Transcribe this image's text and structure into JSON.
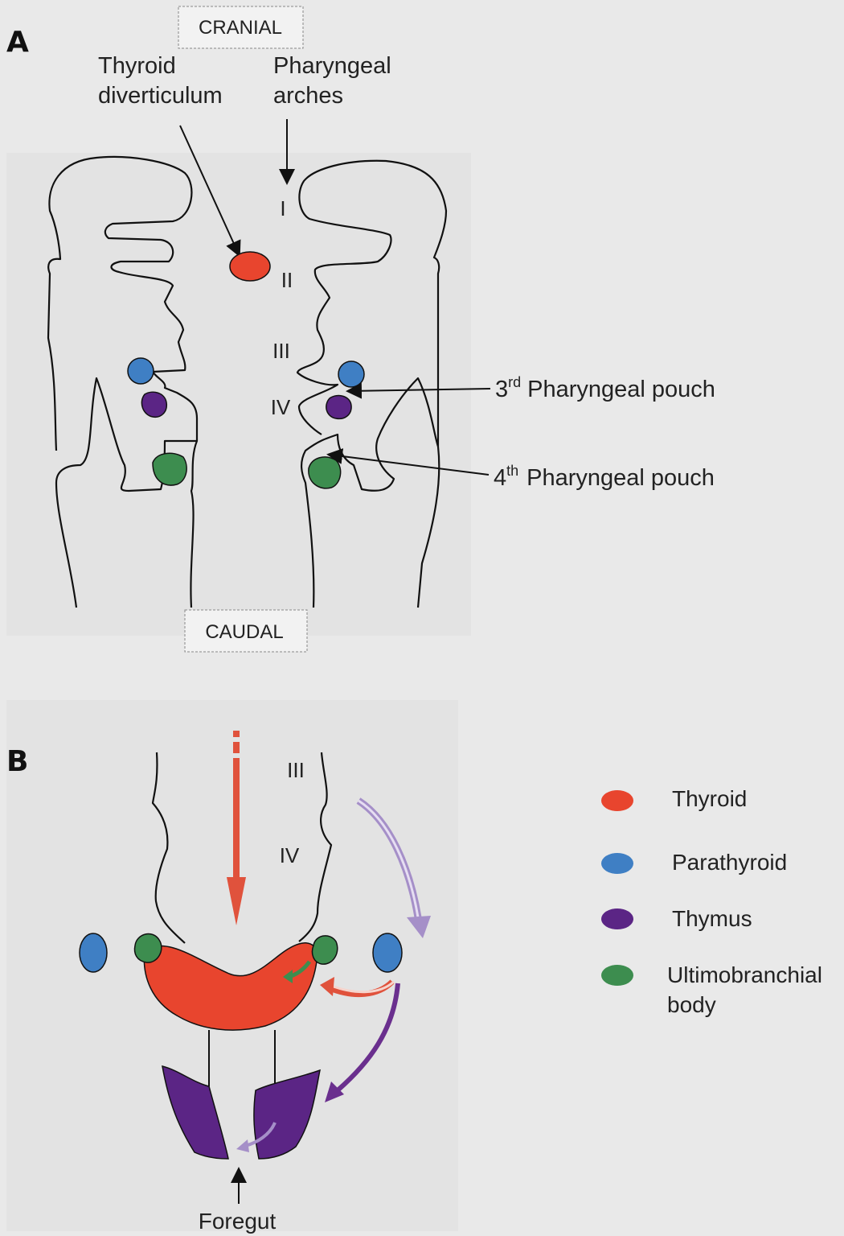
{
  "panel_a": {
    "letter": "A",
    "cranial": "CRANIAL",
    "caudal": "CAUDAL",
    "thyroid_diverticulum": [
      "Thyroid",
      "diverticulum"
    ],
    "pharyngeal_arches": [
      "Pharyngeal",
      "arches"
    ],
    "arch_numerals": [
      "I",
      "II",
      "III",
      "IV"
    ],
    "pouch3": {
      "ordinal": "3",
      "sup": "rd",
      "text": "Pharyngeal pouch"
    },
    "pouch4": {
      "ordinal": "4",
      "sup": "th",
      "text": "Pharyngeal pouch"
    }
  },
  "panel_b": {
    "letter": "B",
    "arch_numerals": [
      "III",
      "IV"
    ],
    "foregut": "Foregut"
  },
  "legend": [
    {
      "label": "Thyroid",
      "color": "#e8452e"
    },
    {
      "label": "Parathyroid",
      "color": "#3f7fc4"
    },
    {
      "label": "Thymus",
      "color": "#5b2585"
    },
    {
      "label": "Ultimobranchial",
      "label2": "body",
      "color": "#3d8d4f"
    }
  ],
  "colors": {
    "thyroid": "#e8452e",
    "parathyroid": "#3f7fc4",
    "thymus": "#5b2585",
    "ultimobranchial": "#3d8d4f",
    "arrow_red": "#e0523c",
    "arrow_purple_light": "#a58fc8",
    "arrow_purple": "#6a2f8e"
  }
}
